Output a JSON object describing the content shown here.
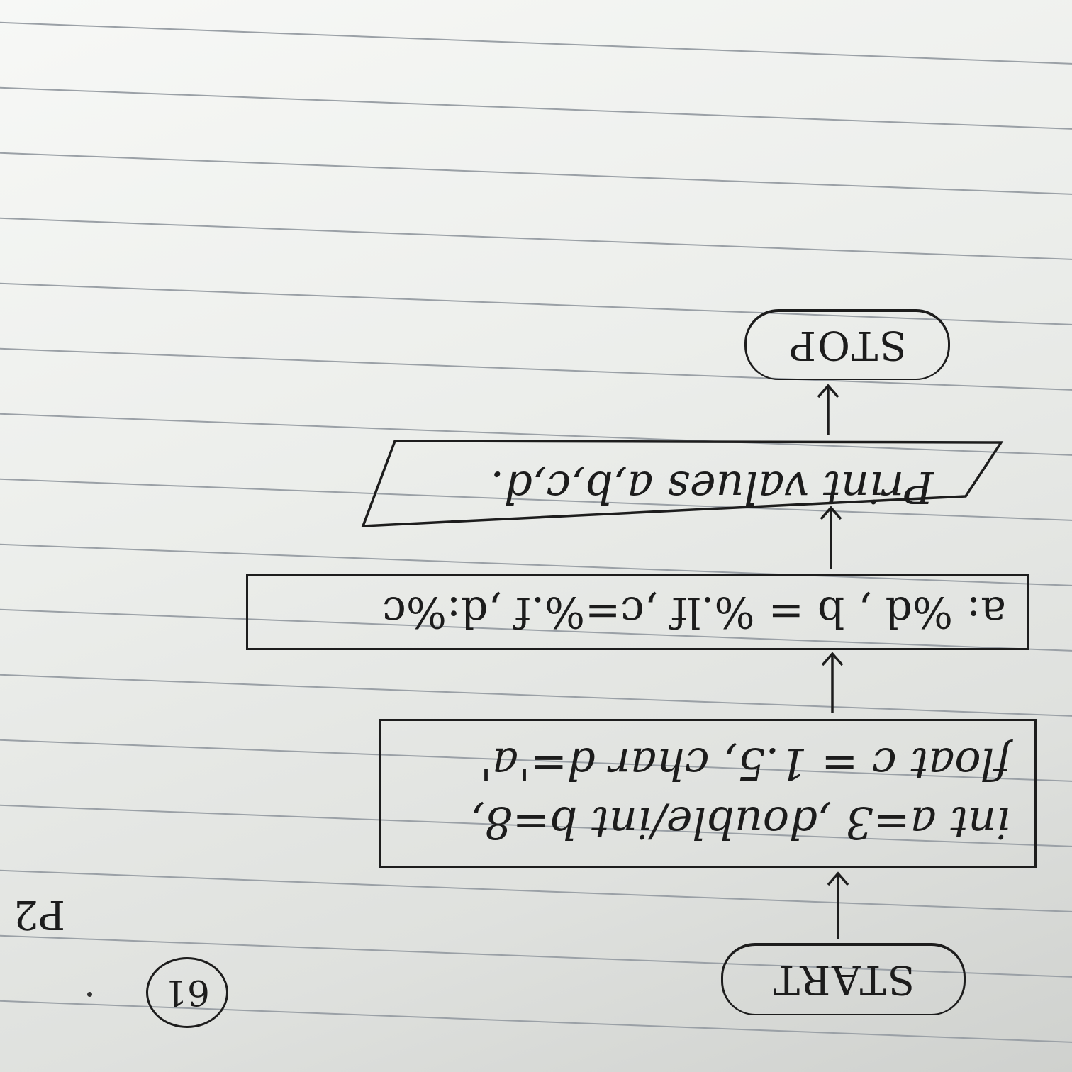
{
  "page_marks": {
    "page_number": "P2",
    "question_number": "61"
  },
  "flowchart": {
    "start": "START",
    "declare_line1": "int a=3 ,double/int b=8,",
    "declare_line2": "float c = 1.5, char d='a'",
    "format_string": "a: %d , b = %.lf ,c=%.f ,d:%c",
    "print": "Print values a,b,c,d.",
    "stop": "STOP"
  }
}
